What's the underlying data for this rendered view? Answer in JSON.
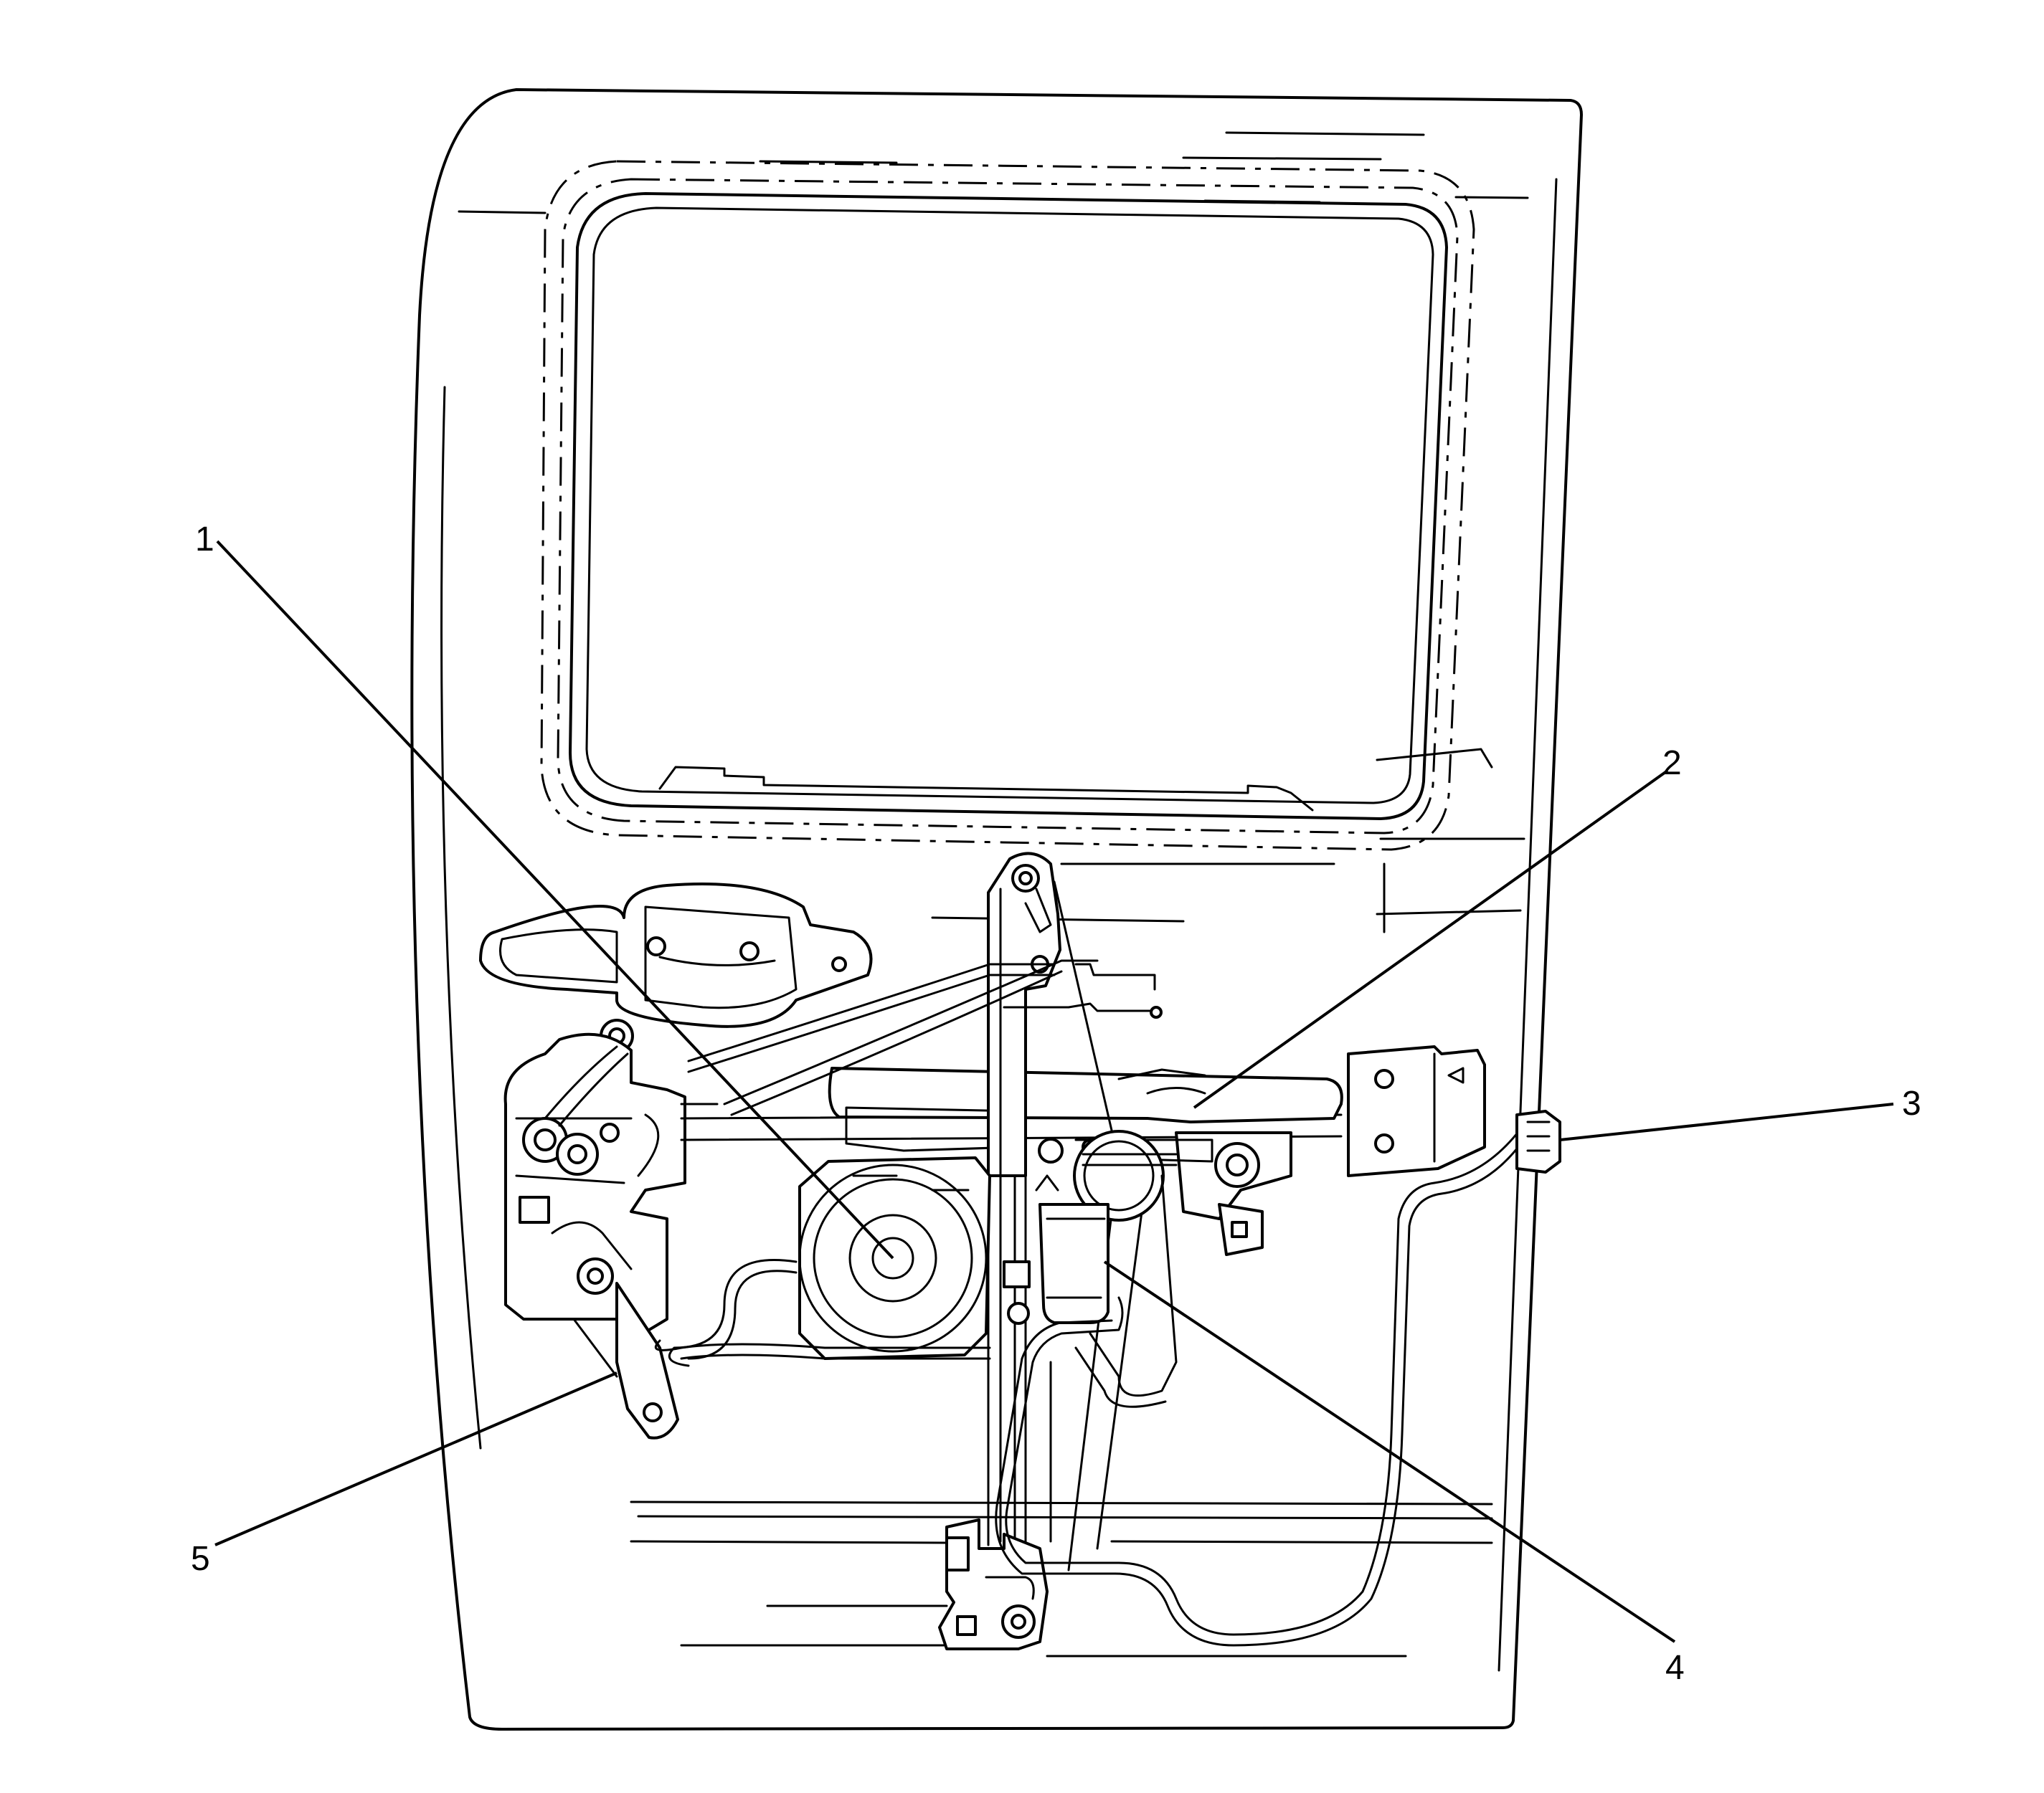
{
  "callouts": [
    {
      "number": "1"
    },
    {
      "number": "2"
    },
    {
      "number": "3"
    },
    {
      "number": "4"
    },
    {
      "number": "5"
    }
  ]
}
